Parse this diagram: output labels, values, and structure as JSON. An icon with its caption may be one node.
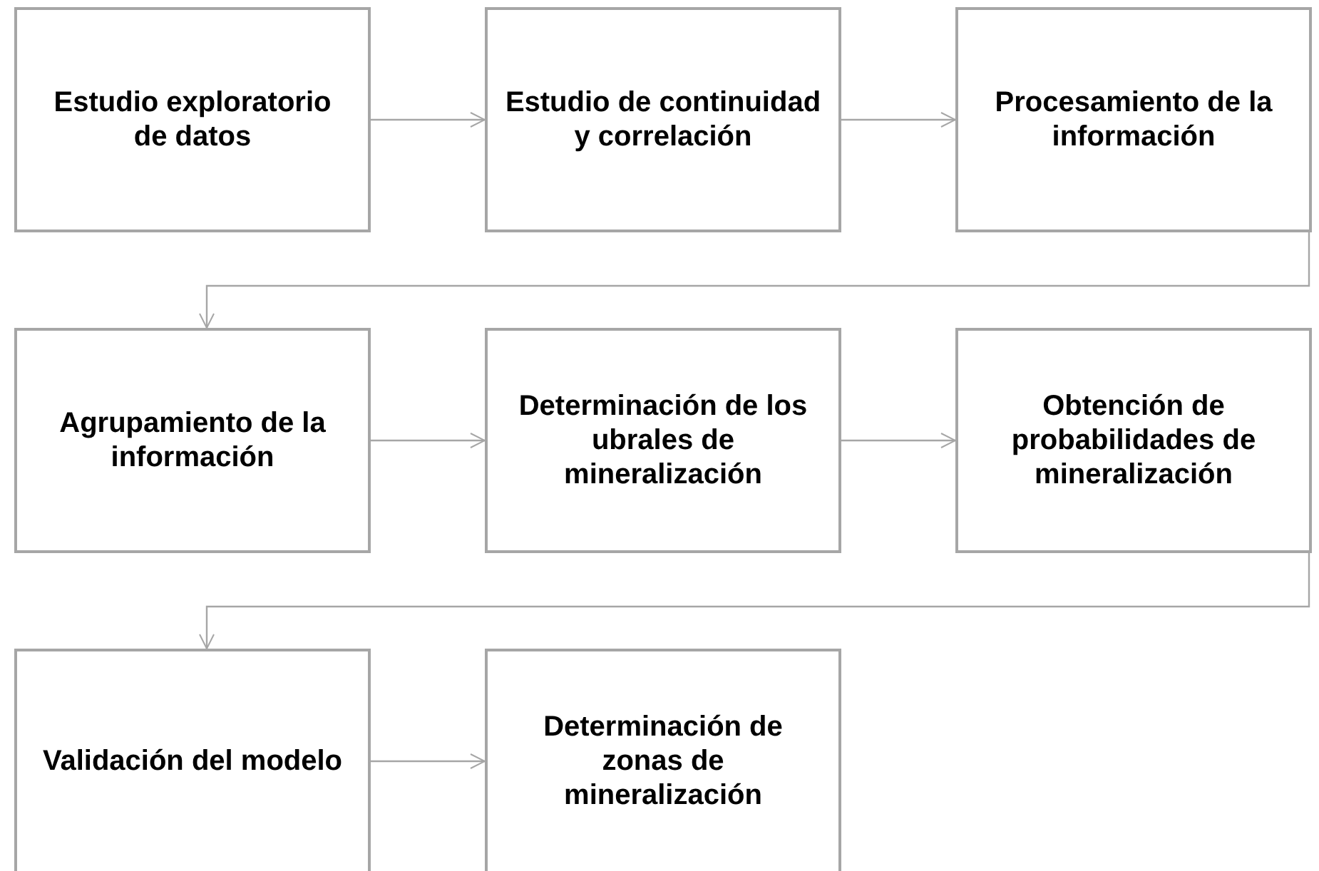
{
  "diagram": {
    "nodes": [
      {
        "text": [
          "Estudio exploratorio de datos"
        ]
      },
      {
        "text": [
          "Estudio de continuidad y correlación"
        ]
      },
      {
        "text": [
          "Procesamiento de la información"
        ]
      },
      {
        "text": [
          "Agrupamiento de la información"
        ]
      },
      {
        "text": [
          "Determinación de los ubrales de mineralización"
        ]
      },
      {
        "text": [
          "Obtención de probabilidades de mineralización"
        ]
      },
      {
        "text": [
          "Validación del modelo"
        ]
      },
      {
        "text": [
          "Determinación de zonas de mineralización"
        ]
      }
    ],
    "edges": [
      {
        "from": 0,
        "to": 1,
        "arrow": "to"
      },
      {
        "from": 1,
        "to": 2,
        "arrow": "to"
      },
      {
        "from": 2,
        "to": 3,
        "arrow": "to"
      },
      {
        "from": 3,
        "to": 4,
        "arrow": "to"
      },
      {
        "from": 4,
        "to": 5,
        "arrow": "to"
      },
      {
        "from": 5,
        "to": 6,
        "arrow": "to"
      },
      {
        "from": 6,
        "to": 7,
        "arrow": "to"
      }
    ]
  }
}
